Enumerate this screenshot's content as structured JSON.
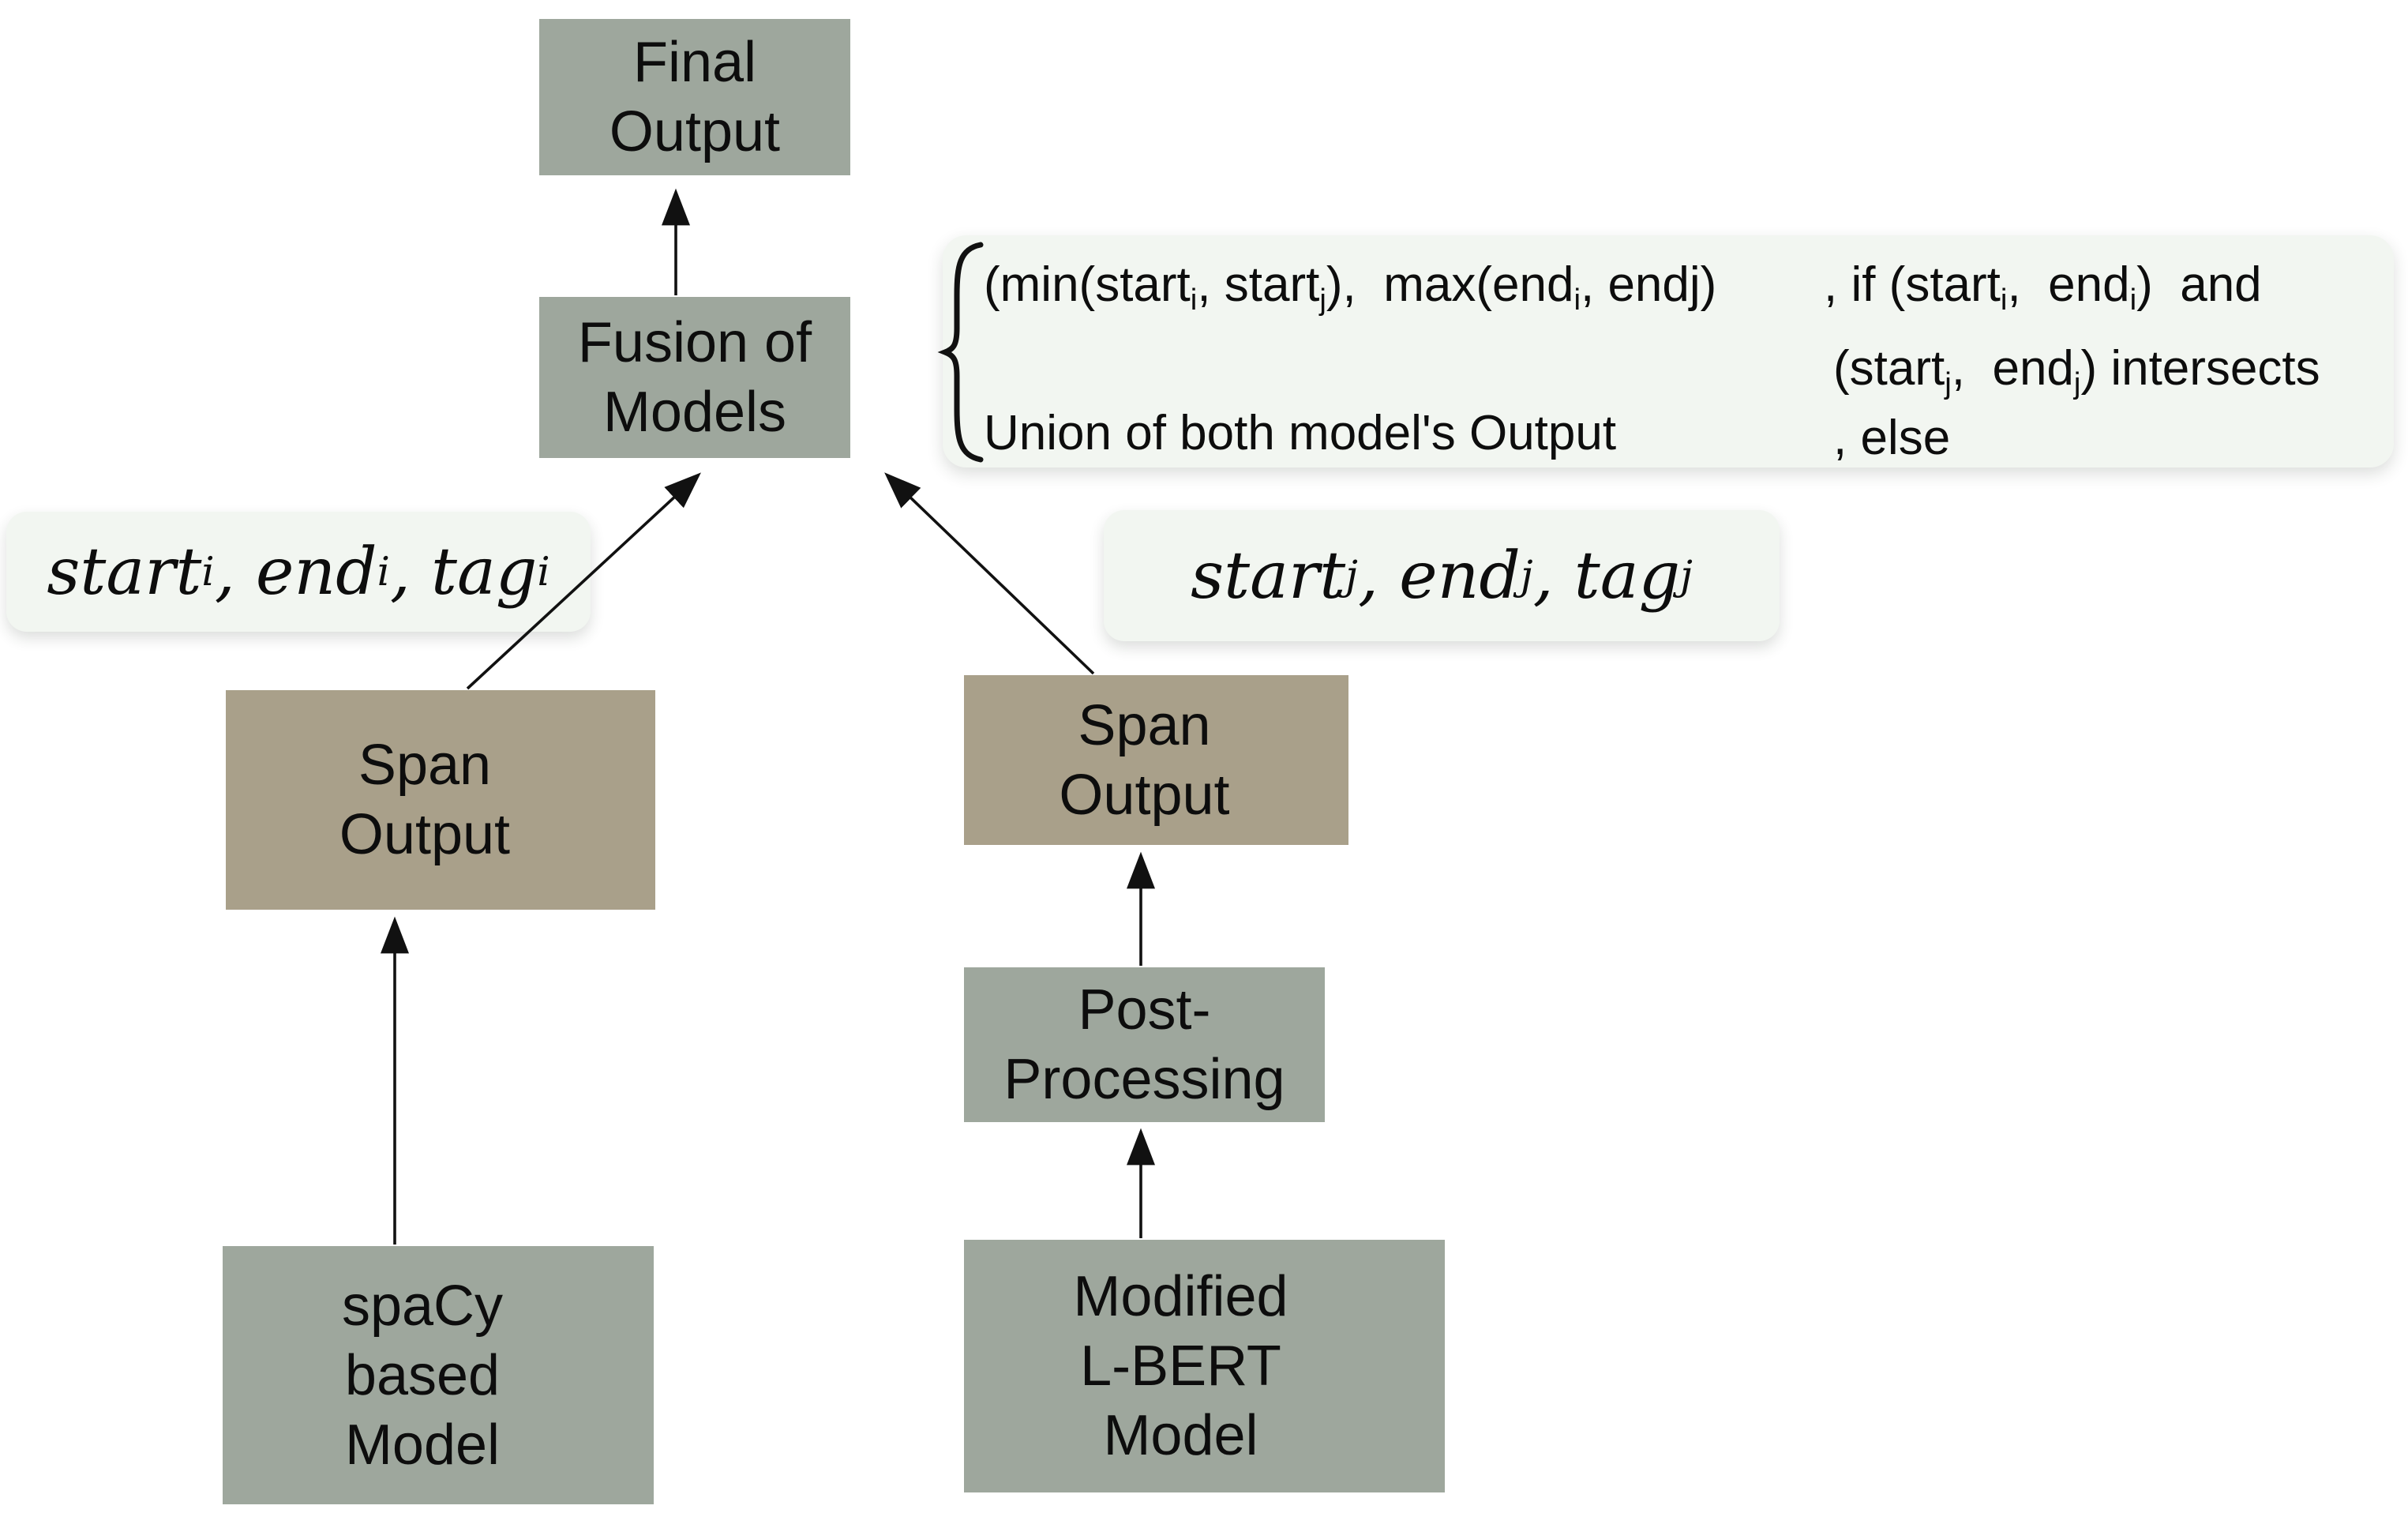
{
  "diagram_title": "Fusion of spaCy and L-BERT model outputs",
  "colors": {
    "box_green": "#9ea79d",
    "box_tan": "#a9a08a",
    "panel_bg": "#f2f6f1",
    "ink": "#111111"
  },
  "nodes": {
    "final_output": {
      "lines": [
        "Final",
        "Output"
      ]
    },
    "fusion": {
      "lines": [
        "Fusion of",
        "Models"
      ]
    },
    "span_left": {
      "lines": [
        "Span",
        "Output"
      ]
    },
    "span_right": {
      "lines": [
        "Span",
        "Output"
      ]
    },
    "post_processing": {
      "lines": [
        "Post-",
        "Processing"
      ]
    },
    "spacy_model": {
      "lines": [
        "spaCy",
        "based",
        "Model"
      ]
    },
    "lbert_model": {
      "lines": [
        "Modified",
        "L-BERT",
        "Model"
      ]
    }
  },
  "labels": {
    "tag_i": [
      {
        "t": "start"
      },
      {
        "t": "i",
        "sub": true
      },
      {
        "t": ", end"
      },
      {
        "t": "i",
        "sub": true
      },
      {
        "t": ", tag"
      },
      {
        "t": "i",
        "sub": true
      }
    ],
    "tag_j": [
      {
        "t": "start"
      },
      {
        "t": "j",
        "sub": true
      },
      {
        "t": ", end"
      },
      {
        "t": "j",
        "sub": true
      },
      {
        "t": ", tag"
      },
      {
        "t": "j",
        "sub": true
      }
    ]
  },
  "formula": {
    "value_line": [
      {
        "t": "(min(start"
      },
      {
        "t": "i",
        "sub": true
      },
      {
        "t": ", start"
      },
      {
        "t": "j",
        "sub": true
      },
      {
        "t": "),  max(end"
      },
      {
        "t": "i",
        "sub": true
      },
      {
        "t": ", endj)"
      }
    ],
    "union_line": "Union of both model's Output",
    "cond_line1": [
      {
        "t": ", if (start"
      },
      {
        "t": "i",
        "sub": true
      },
      {
        "t": ",  end"
      },
      {
        "t": "i",
        "sub": true
      },
      {
        "t": ")  and"
      }
    ],
    "cond_line2": [
      {
        "t": "(start"
      },
      {
        "t": "j",
        "sub": true
      },
      {
        "t": ",  end"
      },
      {
        "t": "j",
        "sub": true
      },
      {
        "t": ") intersects"
      }
    ],
    "cond_line3": ", else"
  }
}
